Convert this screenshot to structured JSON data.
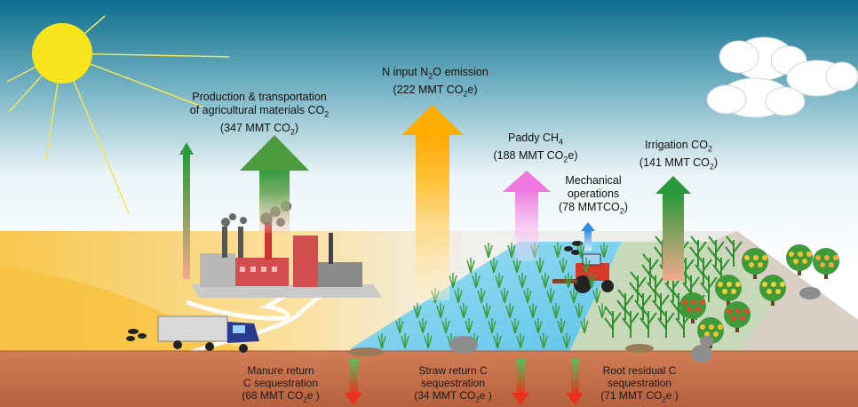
{
  "labels": {
    "production": {
      "line1": "Production & transportation",
      "line2_text": "of agricultural materials CO",
      "line2_sub": "2",
      "line3_pre": "(347 MMT CO",
      "line3_sub": "2",
      "line3_post": ")"
    },
    "n_input": {
      "line1_pre": "N input N",
      "line1_sub": "2",
      "line1_post": "O emission",
      "line2_pre": "(222 MMT CO",
      "line2_sub": "2",
      "line2_post": "e)"
    },
    "paddy": {
      "line1_pre": "Paddy CH",
      "line1_sub": "4",
      "line2_pre": "(188 MMT CO",
      "line2_sub": "2",
      "line2_post": "e)"
    },
    "mechanical": {
      "line1": "Mechanical",
      "line2": "operations",
      "line3_pre": "(78 MMTCO",
      "line3_sub": "2",
      "line3_post": ")"
    },
    "irrigation": {
      "line1_pre": "Irrigation CO",
      "line1_sub": "2",
      "line2_pre": "(141 MMT CO",
      "line2_sub": "2",
      "line2_post": ")"
    },
    "manure": {
      "line1": "Manure return",
      "line2": "C sequestration",
      "line3_pre": "(68 MMT CO",
      "line3_sub": "2",
      "line3_post": "e )"
    },
    "straw": {
      "line1": "Straw return C",
      "line2": "sequestration",
      "line3_pre": "(34 MMT CO",
      "line3_sub": "2",
      "line3_post": "e )"
    },
    "root": {
      "line1": "Root residual C",
      "line2": "sequestration",
      "line3_pre": "(71 MMT CO",
      "line3_sub": "2",
      "line3_post": "e )"
    }
  },
  "colors": {
    "sky_top": "#0a6f8f",
    "sky_bottom": "#ffffff",
    "soil": "#c8734f",
    "field": "#f2c24a",
    "water": "#7fd3ee",
    "arrow_green": "#2f9a3e",
    "arrow_orange": "#ffb000",
    "arrow_pink": "#f07ee0",
    "arrow_blue": "#3c9be0",
    "arrow_red": "#e53a1f"
  }
}
